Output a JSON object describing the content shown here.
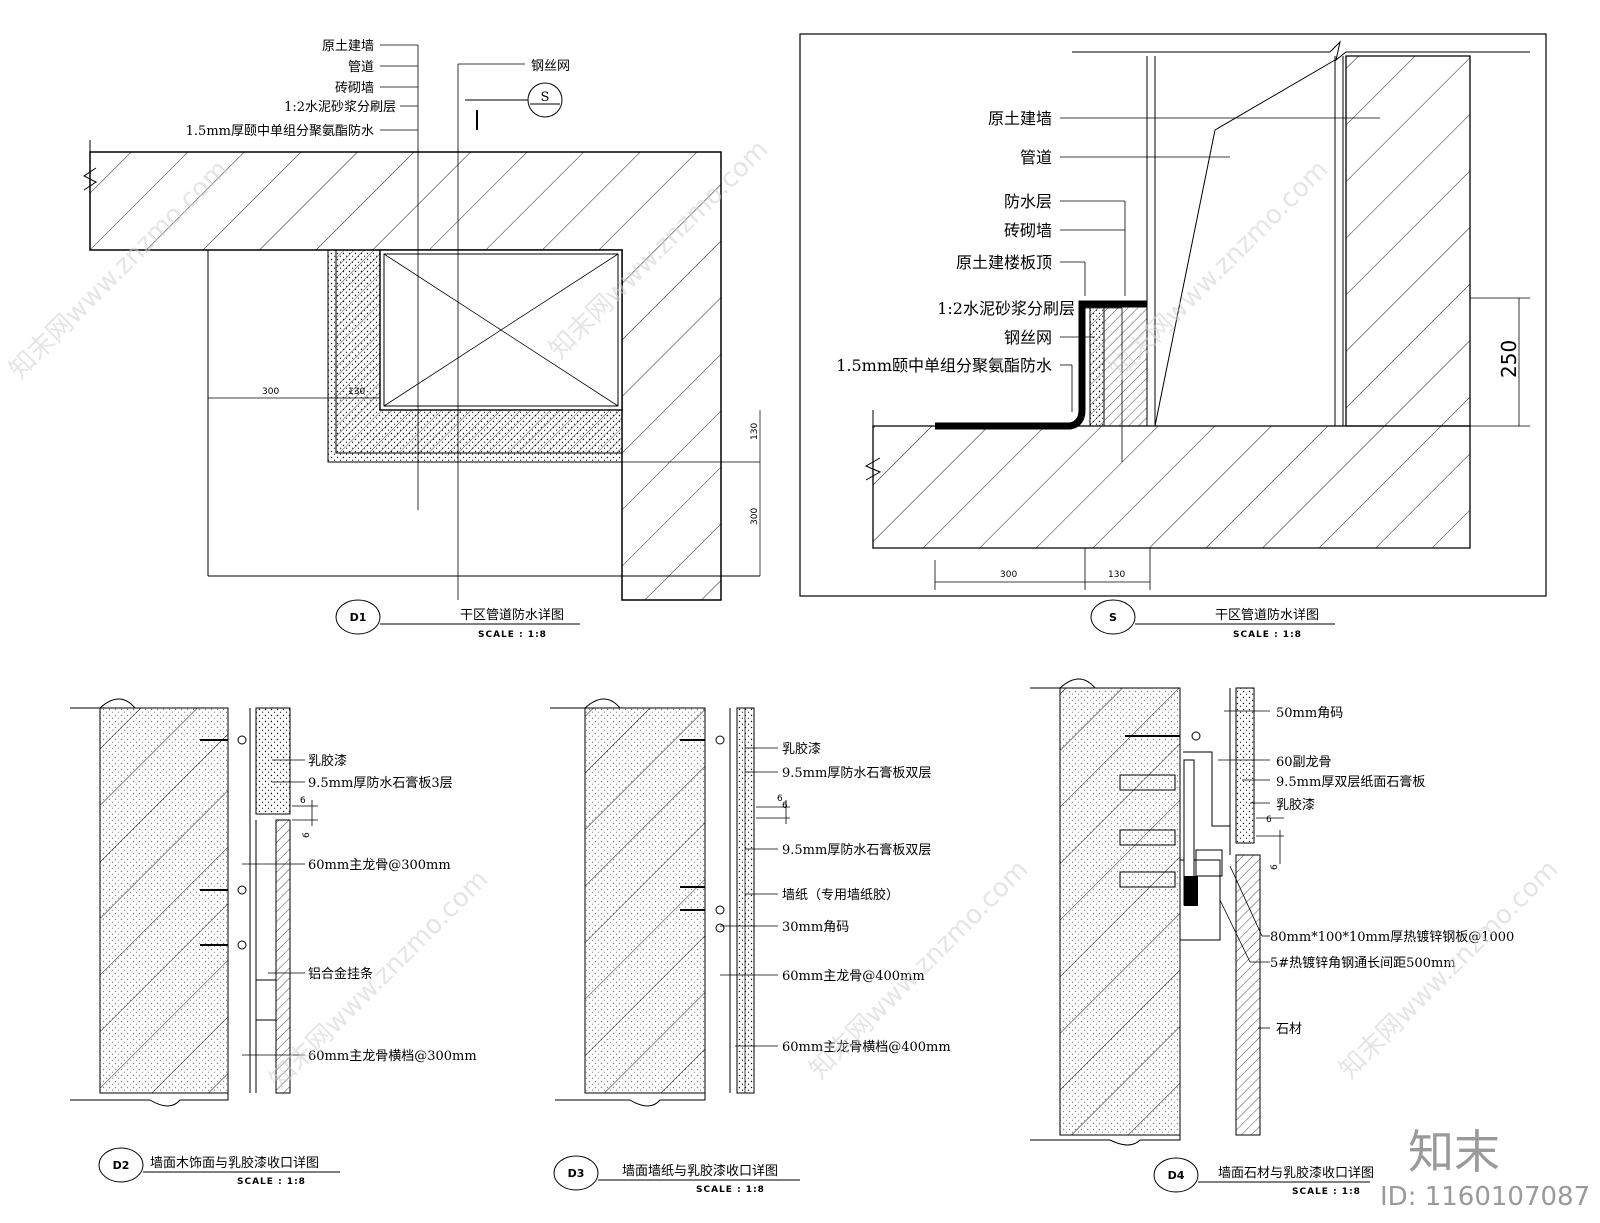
{
  "d1": {
    "tag": "D1",
    "title": "干区管道防水详图",
    "scale": "SCALE : 1:8",
    "section_mark": "S",
    "labels": [
      "原土建墙",
      "管道",
      "砖砌墙",
      "1:2水泥砂浆分刷层",
      "1.5mm厚颐中单组分聚氨酯防水"
    ],
    "wire_mesh": "钢丝网",
    "dims": {
      "w300": "300",
      "w130": "130",
      "h130": "130",
      "h300": "300"
    }
  },
  "s": {
    "tag": "S",
    "title": "干区管道防水详图",
    "scale": "SCALE : 1:8",
    "labels": [
      "原土建墙",
      "管道",
      "防水层",
      "砖砌墙",
      "原土建楼板顶",
      "1:2水泥砂浆分刷层",
      "钢丝网",
      "1.5mm颐中单组分聚氨酯防水"
    ],
    "dims": {
      "h250": "250",
      "w300": "300",
      "w130": "130"
    }
  },
  "d2": {
    "tag": "D2",
    "title": "墙面木饰面与乳胶漆收口详图",
    "scale": "SCALE : 1:8",
    "labels": [
      "乳胶漆",
      "9.5mm厚防水石膏板3层",
      "60mm主龙骨@300mm",
      "铝合金挂条",
      "60mm主龙骨横档@300mm"
    ],
    "dims": {
      "a": "6",
      "b": "6"
    }
  },
  "d3": {
    "tag": "D3",
    "title": "墙面墙纸与乳胶漆收口详图",
    "scale": "SCALE : 1:8",
    "labels": [
      "乳胶漆",
      "9.5mm厚防水石膏板双层",
      "9.5mm厚防水石膏板双层",
      "墙纸（专用墙纸胶）",
      "30mm角码",
      "60mm主龙骨@400mm",
      "60mm主龙骨横档@400mm"
    ],
    "dims": {
      "a": "6",
      "b": "6"
    }
  },
  "d4": {
    "tag": "D4",
    "title": "墙面石材与乳胶漆收口详图",
    "scale": "SCALE : 1:8",
    "labels": [
      "50mm角码",
      "60副龙骨",
      "9.5mm厚双层纸面石膏板",
      "乳胶漆",
      "80mm*100*10mm厚热镀锌钢板@1000",
      "5#热镀锌角钢通长间距500mm",
      "石材"
    ],
    "dims": {
      "a": "6",
      "b": "6"
    }
  },
  "watermark": {
    "site": "知末网www.znzmo.com",
    "brand": "知末",
    "id": "ID: 1160107087"
  }
}
